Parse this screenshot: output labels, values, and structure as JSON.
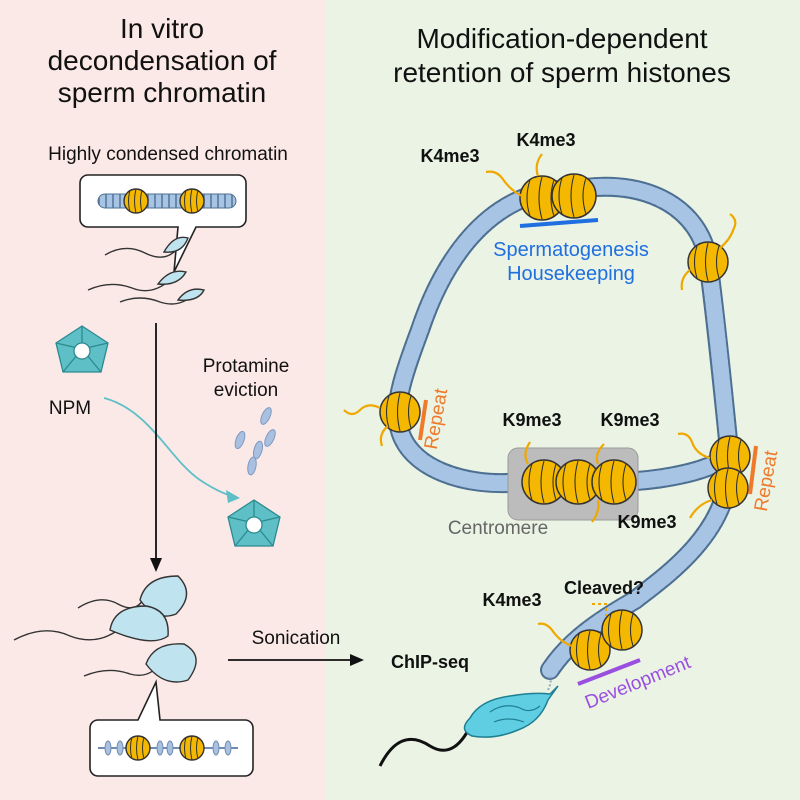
{
  "left_panel": {
    "title_lines": [
      "In vitro",
      "decondensation of",
      "sperm chromatin"
    ],
    "condensed_label": "Highly condensed chromatin",
    "npm_label": "NPM",
    "protamine_lines": [
      "Protamine",
      "eviction"
    ],
    "sonication_label": "Sonication"
  },
  "right_panel": {
    "title_lines": [
      "Modification-dependent",
      "retention of sperm histones"
    ],
    "chipseq_label": "ChIP-seq",
    "marks": {
      "k4_a": "K4me3",
      "k4_b": "K4me3",
      "k9_a": "K9me3",
      "k9_b": "K9me3",
      "k9_c": "K9me3",
      "k4_c": "K4me3",
      "cleaved": "Cleaved?"
    },
    "regions": {
      "spermatogenesis": "Spermatogenesis",
      "housekeeping": "Housekeeping",
      "repeat_left": "Repeat",
      "repeat_right": "Repeat",
      "centromere": "Centromere",
      "development": "Development"
    }
  },
  "colors": {
    "left_bg": "#fbe9e8",
    "right_bg": "#eaf3e4",
    "nucleosome": "#f5b800",
    "chromatin": "#a7c4e4",
    "sperm_head": "#bfe3ef",
    "npm": "#5ec0c6",
    "spermatogenesis_blue": "#1f6fe0",
    "repeat_orange": "#ef7a2a",
    "development_purple": "#9a4fe0",
    "centromere_gray": "#bcbcbc"
  }
}
